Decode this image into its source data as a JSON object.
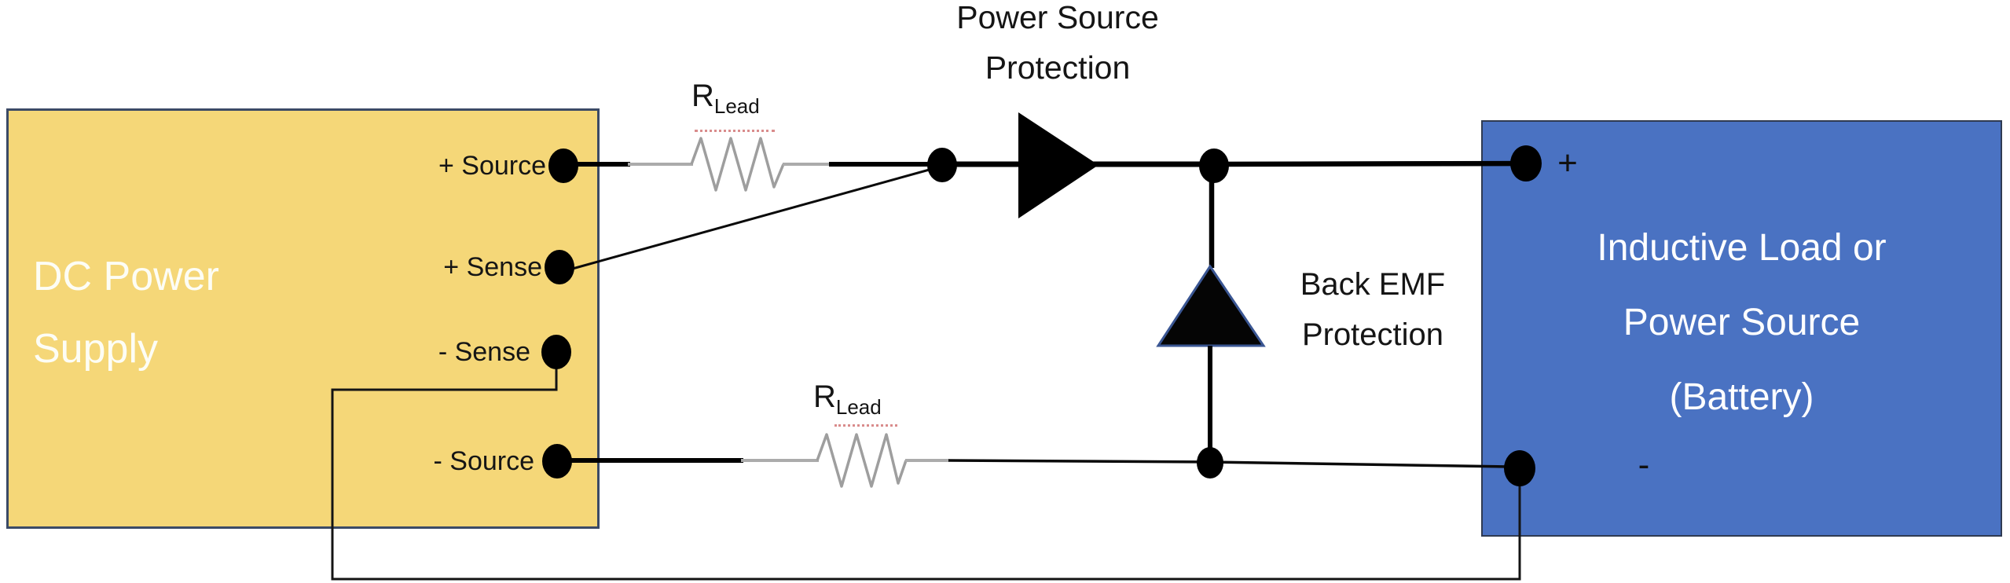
{
  "supply_box": {
    "title_lines": [
      "DC Power",
      "Supply"
    ],
    "terminals": [
      {
        "label": "+ Source"
      },
      {
        "label": "+ Sense"
      },
      {
        "label": "- Sense"
      },
      {
        "label": "- Source"
      }
    ]
  },
  "load_box": {
    "title_lines": [
      "Inductive Load or",
      "Power Source",
      "(Battery)"
    ],
    "positive_terminal_label": "+",
    "negative_terminal_label": "-"
  },
  "annotations": {
    "power_source_protection": {
      "line1": "Power Source",
      "line2": "Protection"
    },
    "back_emf_protection": {
      "line1": "Back EMF",
      "line2": "Protection"
    },
    "lead_resistor_top": {
      "symbol": "R",
      "subscript": "Lead"
    },
    "lead_resistor_bottom": {
      "symbol": "R",
      "subscript": "Lead"
    }
  },
  "colors": {
    "supply_box_fill": "#F5D778",
    "supply_box_border": "#3B4A66",
    "load_box_fill": "#4A72C2",
    "load_box_border": "#2F3B52",
    "wire_black": "#000000",
    "resistor_lead_gray": "#ABABAB",
    "resistor_zigzag_gray": "#9E9E9E",
    "back_emf_diode_outline": "#3A5693",
    "annotation_text": "#151515",
    "box_text": "#FFFFFF",
    "spellcheck_underline": "#D98C8C"
  }
}
